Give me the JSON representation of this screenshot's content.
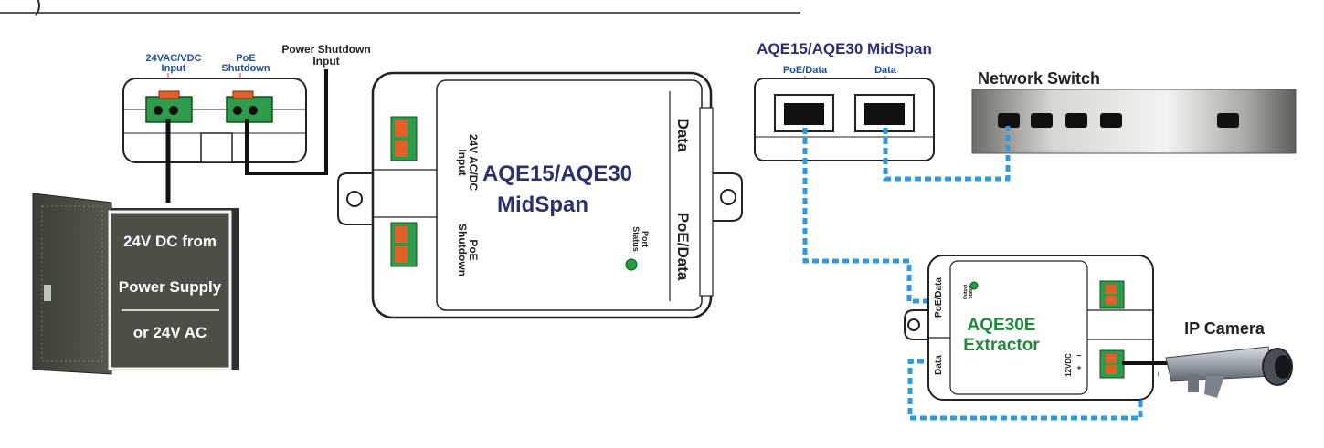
{
  "top_label": ")",
  "colors": {
    "navy": "#2b2f73",
    "blue_label": "#1f4fa3",
    "green_terminal": "#2e9c4a",
    "orange_terminal": "#e0622a",
    "cable_blue": "#2e9be0",
    "extractor_green": "#1f8a3a",
    "cabinet": "#4b4f45",
    "led_green": "#1aa33a"
  },
  "terminal_block": {
    "label_24v_line1": "24VAC/VDC",
    "label_24v_line2": "Input",
    "label_poe_line1": "PoE",
    "label_poe_line2": "Shutdown",
    "label_pwr_line1": "Power Shutdown",
    "label_pwr_line2": "Input"
  },
  "cabinet": {
    "line1": "24V DC from",
    "line2": "Power Supply",
    "line3": "or 24V AC"
  },
  "midspan_main": {
    "title_line1": "AQE15/AQE30",
    "title_line2": "MidSpan",
    "left_label1_line1": "24V AC/DC",
    "left_label1_line2": "Input",
    "left_label2_line1": "PoE",
    "left_label2_line2": "Shutdown",
    "right_label1": "Data",
    "right_label2": "PoE/Data",
    "status_line1": "Port",
    "status_line2": "Status"
  },
  "midspan_ports": {
    "title": "AQE15/AQE30 MidSpan",
    "port1": "PoE/Data",
    "port2": "Data"
  },
  "network_switch": {
    "title": "Network Switch"
  },
  "extractor": {
    "title_line1": "AQE30E",
    "title_line2": "Extractor",
    "port1": "PoE/Data",
    "port2": "Data",
    "status_line1": "Output",
    "status_line2": "Status",
    "power_label": "12VDC",
    "minus": "–",
    "plus": "+"
  },
  "camera": {
    "title": "IP Camera"
  }
}
